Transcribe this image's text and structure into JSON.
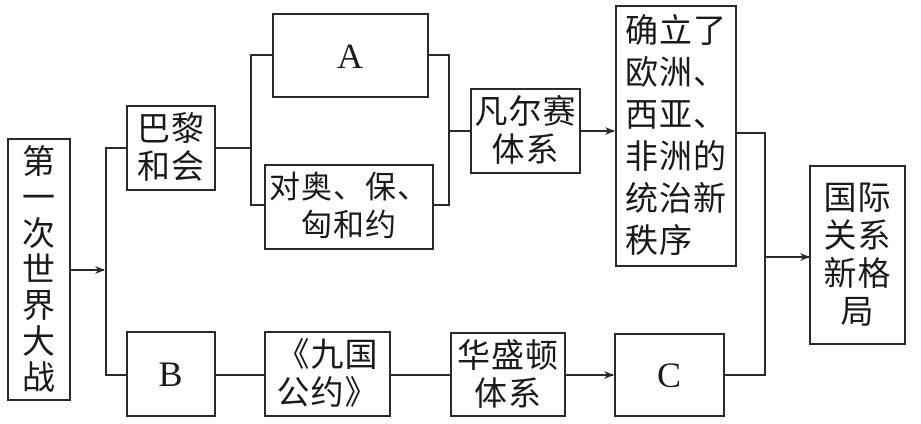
{
  "diagram": {
    "nodes": {
      "ww1": "第\n一\n次\n世\n界\n大\n战",
      "paris": "巴黎\n和会",
      "a": "A",
      "treaties": "对奥、保、\n匈和约",
      "versailles": "凡尔赛\n体系",
      "order": "确立了\n欧洲、\n西亚、\n非洲的\n统治新\n秩序",
      "b": "B",
      "nine": "《九国\n公约》",
      "washington": "华盛顿\n体系",
      "c": "C",
      "result": "国际\n关系\n新格\n局"
    },
    "edges": [
      {
        "from": "ww1",
        "to": "paris",
        "arrow": true
      },
      {
        "from": "ww1",
        "to": "b",
        "arrow": false
      },
      {
        "from": "paris",
        "to": "a",
        "arrow": false
      },
      {
        "from": "paris",
        "to": "treaties",
        "arrow": false
      },
      {
        "from": "a",
        "to": "versailles",
        "arrow": false
      },
      {
        "from": "treaties",
        "to": "versailles",
        "arrow": false
      },
      {
        "from": "versailles",
        "to": "order",
        "arrow": true
      },
      {
        "from": "b",
        "to": "nine",
        "arrow": false
      },
      {
        "from": "nine",
        "to": "washington",
        "arrow": false
      },
      {
        "from": "washington",
        "to": "c",
        "arrow": true
      },
      {
        "from": "order",
        "to": "result",
        "arrow": true
      },
      {
        "from": "c",
        "to": "result",
        "arrow": true
      }
    ]
  }
}
